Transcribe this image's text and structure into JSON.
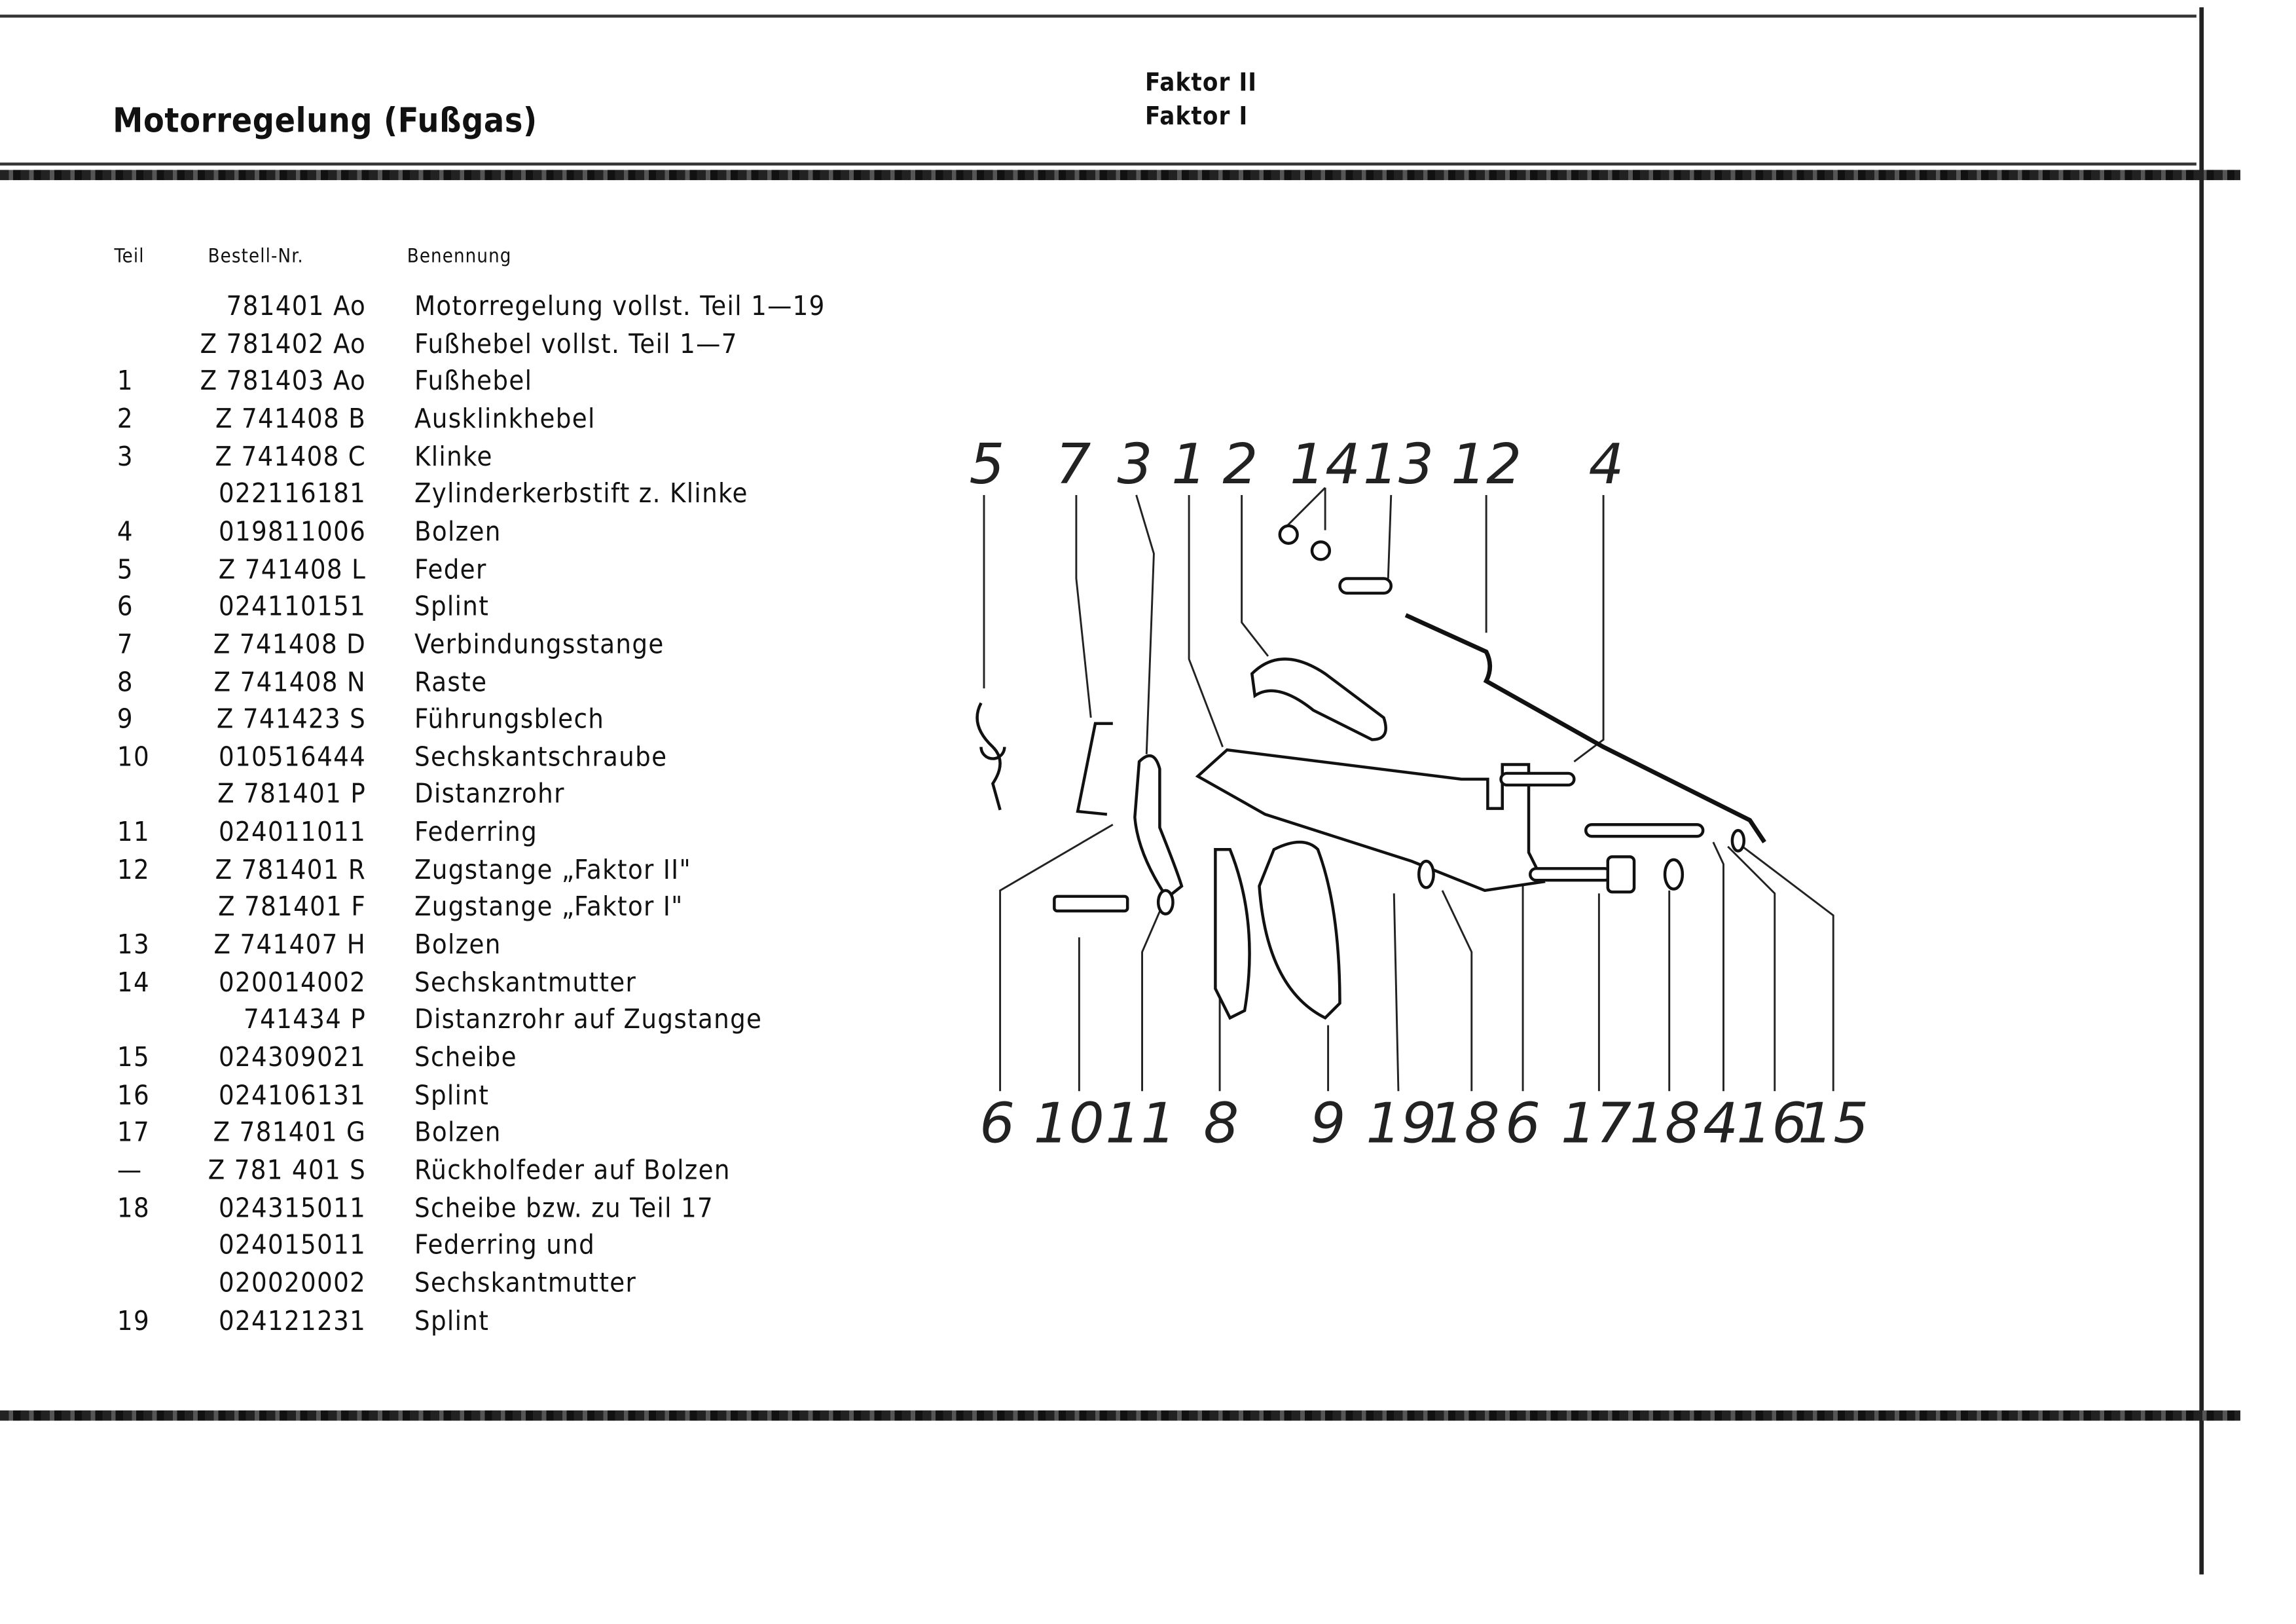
{
  "header": {
    "title": "Motorregelung (Fußgas)",
    "faktor_lines": [
      "Faktor II",
      "Faktor I"
    ]
  },
  "table": {
    "columns": [
      "Teil",
      "Bestell-Nr.",
      "Benennung"
    ],
    "rows": [
      {
        "teil": "",
        "nr": "781401 Ao",
        "name": "Motorregelung vollst. Teil 1—19"
      },
      {
        "teil": "",
        "nr": "Z 781402 Ao",
        "name": "Fußhebel vollst. Teil 1—7"
      },
      {
        "teil": "1",
        "nr": "Z 781403 Ao",
        "name": "Fußhebel"
      },
      {
        "teil": "2",
        "nr": "Z 741408 B",
        "name": "Ausklinkhebel"
      },
      {
        "teil": "3",
        "nr": "Z 741408 C",
        "name": "Klinke"
      },
      {
        "teil": "",
        "nr": "022116181",
        "name": "Zylinderkerbstift z. Klinke"
      },
      {
        "teil": "4",
        "nr": "019811006",
        "name": "Bolzen"
      },
      {
        "teil": "5",
        "nr": "Z 741408 L",
        "name": "Feder"
      },
      {
        "teil": "6",
        "nr": "024110151",
        "name": "Splint"
      },
      {
        "teil": "7",
        "nr": "Z 741408 D",
        "name": "Verbindungsstange"
      },
      {
        "teil": "8",
        "nr": "Z 741408 N",
        "name": "Raste"
      },
      {
        "teil": "9",
        "nr": "Z 741423 S",
        "name": "Führungsblech"
      },
      {
        "teil": "10",
        "nr": "010516444",
        "name": "Sechskantschraube"
      },
      {
        "teil": "",
        "nr": "Z 781401 P",
        "name": "Distanzrohr"
      },
      {
        "teil": "11",
        "nr": "024011011",
        "name": "Federring"
      },
      {
        "teil": "12",
        "nr": "Z 781401 R",
        "name": "Zugstange „Faktor II\""
      },
      {
        "teil": "",
        "nr": "Z 781401 F",
        "name": "Zugstange „Faktor I\""
      },
      {
        "teil": "13",
        "nr": "Z 741407 H",
        "name": "Bolzen"
      },
      {
        "teil": "14",
        "nr": "020014002",
        "name": "Sechskantmutter"
      },
      {
        "teil": "",
        "nr": "741434 P",
        "name": "Distanzrohr auf Zugstange"
      },
      {
        "teil": "15",
        "nr": "024309021",
        "name": "Scheibe"
      },
      {
        "teil": "16",
        "nr": "024106131",
        "name": "Splint"
      },
      {
        "teil": "17",
        "nr": "Z 781401 G",
        "name": "Bolzen"
      },
      {
        "teil": "—",
        "nr": "Z 781 401 S",
        "name": "Rückholfeder auf Bolzen"
      },
      {
        "teil": "18",
        "nr": "024315011",
        "name": "Scheibe bzw. zu Teil 17"
      },
      {
        "teil": "",
        "nr": "024015011",
        "name": "Federring und"
      },
      {
        "teil": "",
        "nr": "020020002",
        "name": "Sechskantmutter"
      },
      {
        "teil": "19",
        "nr": "024121231",
        "name": "Splint"
      }
    ]
  },
  "diagram": {
    "top_labels": [
      "5",
      "7",
      "3",
      "1",
      "2",
      "14",
      "13",
      "12",
      "4"
    ],
    "bottom_labels": [
      "6",
      "10",
      "11",
      "8",
      "9",
      "19",
      "18",
      "6",
      "17",
      "18",
      "4",
      "16",
      "15"
    ]
  }
}
